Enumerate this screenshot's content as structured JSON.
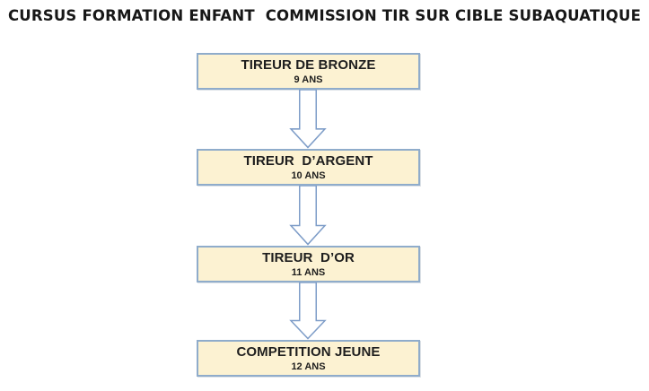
{
  "title": "CURSUS FORMATION ENFANT  COMMISSION TIR SUR CIBLE SUBAQUATIQUE",
  "flow": {
    "steps": [
      {
        "label": "TIREUR DE BRONZE",
        "age": "9 ANS"
      },
      {
        "label": "TIREUR  D’ARGENT",
        "age": "10 ANS"
      },
      {
        "label": "TIREUR  D’OR",
        "age": "11 ANS"
      },
      {
        "label": "COMPETITION JEUNE",
        "age": "12 ANS"
      }
    ]
  },
  "colors": {
    "box_fill": "#FCF2D2",
    "box_border": "#8FACCB",
    "arrow_stroke": "#7E9DC8",
    "arrow_fill": "#FFFFFF",
    "text": "#1E1E1E",
    "background": "#FFFFFF"
  }
}
